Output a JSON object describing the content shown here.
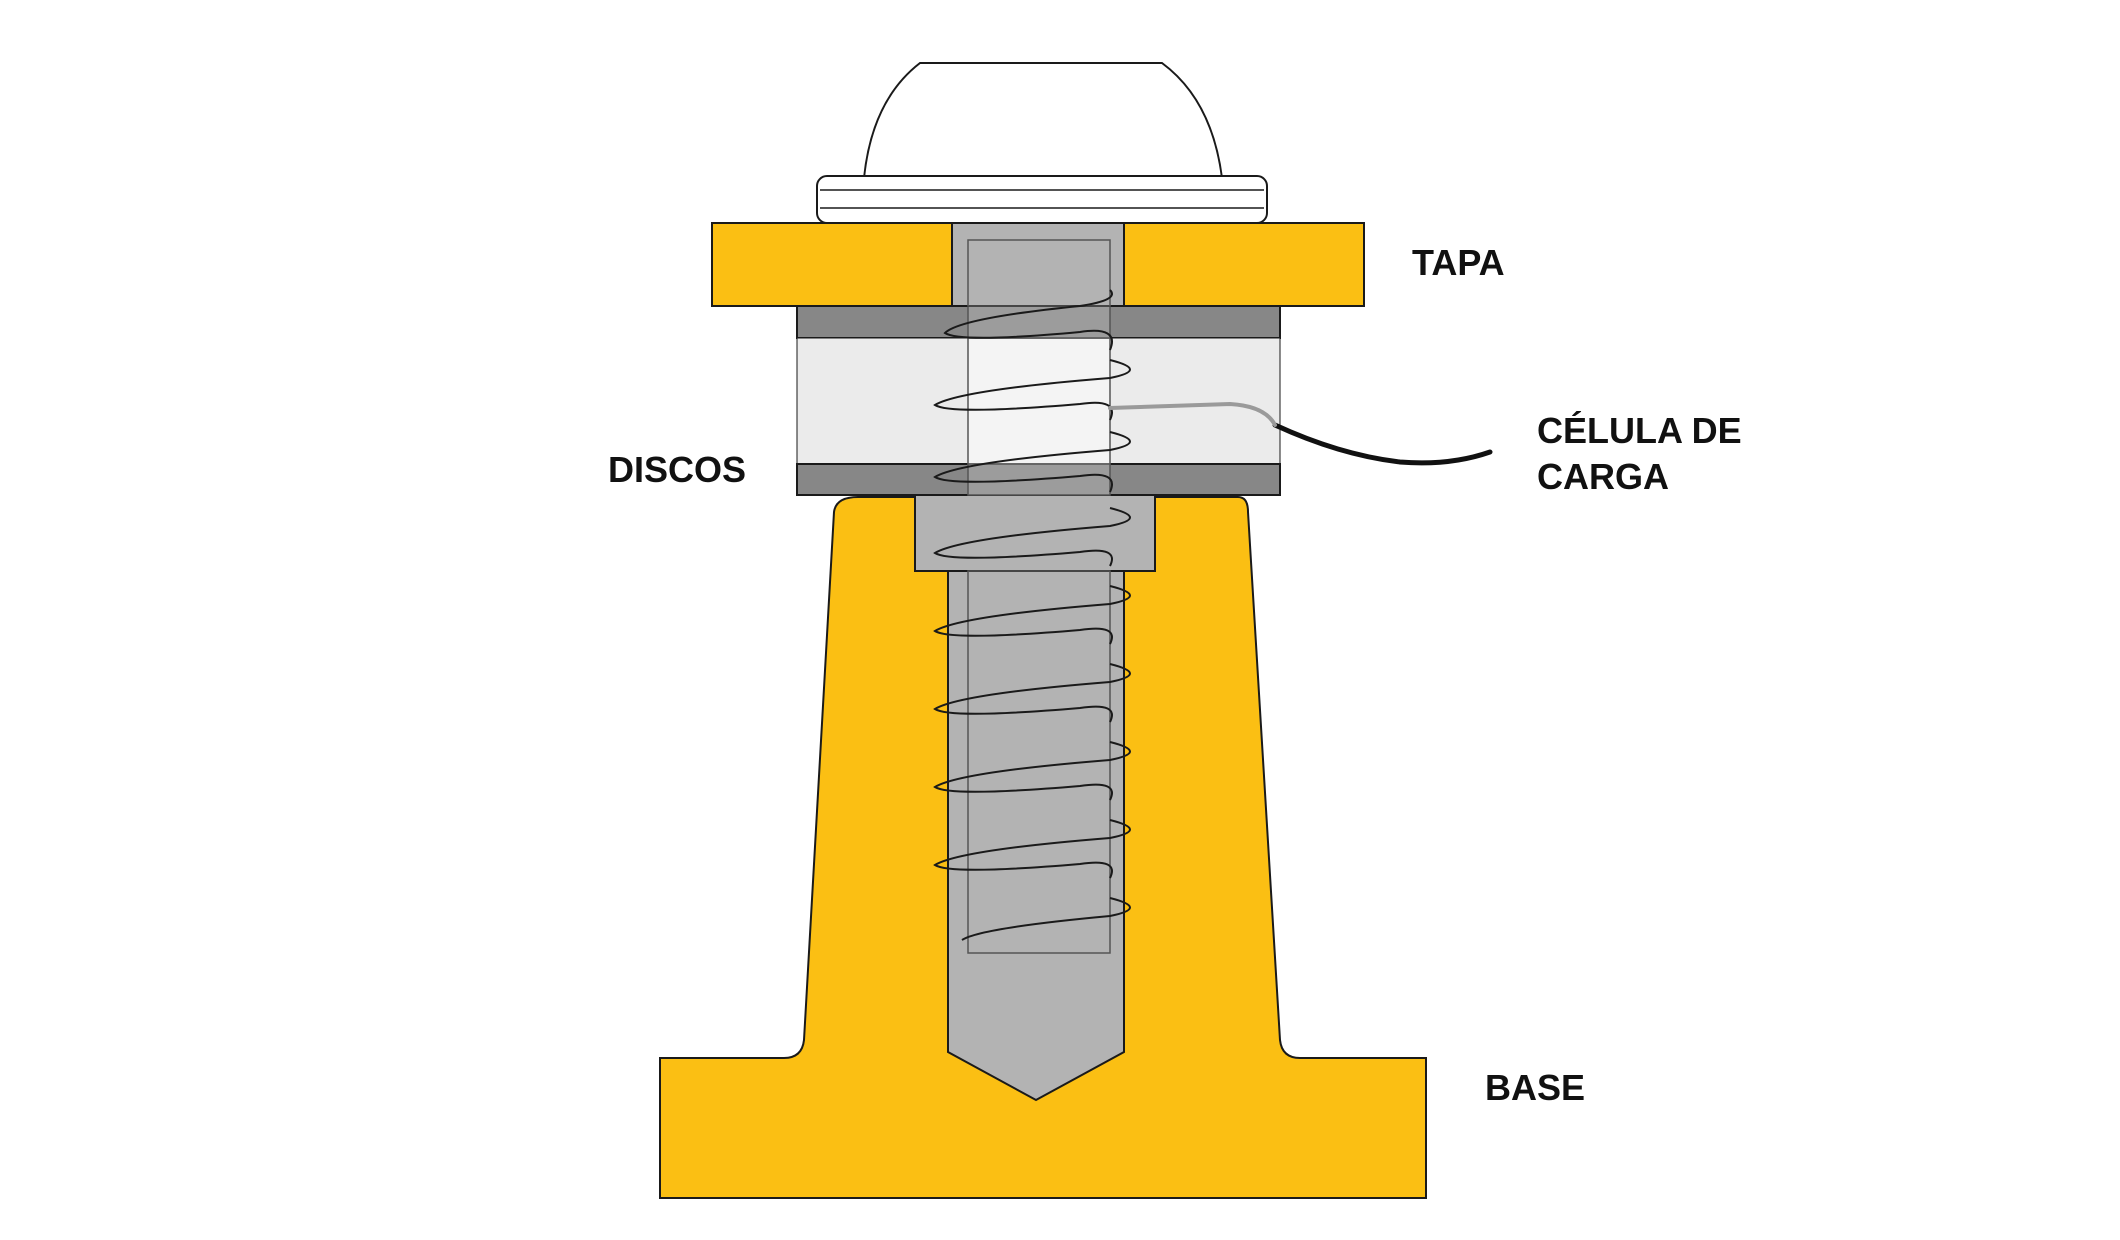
{
  "labels": {
    "tapa": "TAPA",
    "discos": "DISCOS",
    "celula_line1": "CÉLULA DE",
    "celula_line2": "CARGA",
    "base": "BASE"
  },
  "colors": {
    "yellow_part": "#FBBF13",
    "screw_gray": "#B3B3B3",
    "disc_dark": "#878787",
    "load_cell": "#EBEBEB",
    "outline": "#1A1A1A",
    "cable": "#111111",
    "cable_inner": "#9A9A9A"
  }
}
